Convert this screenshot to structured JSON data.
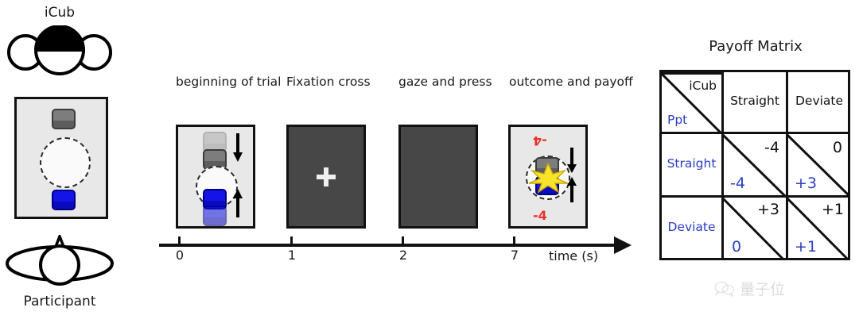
{
  "left_column": {
    "icub_label": "iCub",
    "participant_label": "Participant",
    "icub_icon": "robot-head-icon",
    "participant_icon": "person-top-view-icon",
    "table_icon": "table-top-view",
    "gray_block_color": "#6e6e6e",
    "blue_block_color": "#1414e0",
    "table_bg_color": "#e8e8e8"
  },
  "timeline": {
    "panels": [
      {
        "label": "beginning\nof trial",
        "type": "light",
        "name": "panel-beginning-of-trial"
      },
      {
        "label": "Fixation\ncross",
        "type": "dark",
        "name": "panel-fixation-cross"
      },
      {
        "label": "gaze\nand press",
        "type": "dark",
        "name": "panel-gaze-and-press"
      },
      {
        "label": "outcome\nand payoff",
        "type": "light",
        "name": "panel-outcome-and-payoff"
      }
    ],
    "axis": {
      "ticks": [
        "0",
        "1",
        "2",
        "7"
      ],
      "unit_label": "time (s)"
    },
    "outcome": {
      "icub_payoff": "-4",
      "participant_payoff": "-4",
      "payoff_color": "#e8322a",
      "collision_icon": "collision-starburst-icon"
    }
  },
  "payoff_matrix": {
    "title": "Payoff Matrix",
    "row_player_label": "Ppt",
    "col_player_label": "iCub",
    "columns": [
      "Straight",
      "Deviate"
    ],
    "rows": [
      "Straight",
      "Deviate"
    ],
    "row_label_color": "#2a3fc4",
    "cells": [
      {
        "row": "Straight",
        "col": "Straight",
        "icub_payoff": "-4",
        "ppt_payoff": "-4"
      },
      {
        "row": "Straight",
        "col": "Deviate",
        "icub_payoff": "0",
        "ppt_payoff": "+3"
      },
      {
        "row": "Deviate",
        "col": "Straight",
        "icub_payoff": "+3",
        "ppt_payoff": "0"
      },
      {
        "row": "Deviate",
        "col": "Deviate",
        "icub_payoff": "+1",
        "ppt_payoff": "+1"
      }
    ]
  },
  "watermark": {
    "text": "量子位",
    "icon": "wechat-icon"
  }
}
